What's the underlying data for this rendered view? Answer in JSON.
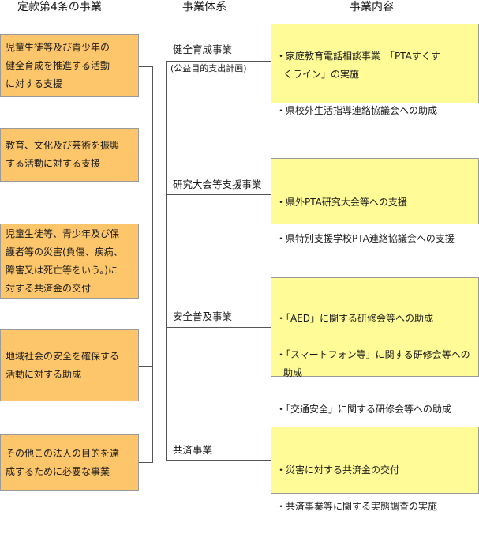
{
  "colors": {
    "article_fill": "#fdc66a",
    "detail_fill": "#fffb96",
    "line": "#555555"
  },
  "headers": {
    "articles": "定款第4条の事業",
    "system": "事業体系",
    "content": "事業内容"
  },
  "articles": [
    {
      "text": "児童生徒等及び青少年の\n健全育成を推進する活動\nに対する支援"
    },
    {
      "text": "教育、文化及び芸術を振興\nする活動に対する支援"
    },
    {
      "text": "児童生徒等、青少年及び保\n護者等の災害(負傷、疾病、\n障害又は死亡等をいう。)に\n対する共済金の交付"
    },
    {
      "text": "地域社会の安全を確保する\n活動に対する助成"
    },
    {
      "text": "その他この法人の目的を達\n成するために必要な事業"
    }
  ],
  "categories": [
    {
      "label": "健全育成事業",
      "sublabel": "(公益目的支出計画)"
    },
    {
      "label": "研究大会等支援事業"
    },
    {
      "label": "安全普及事業"
    },
    {
      "label": "共済事業"
    }
  ],
  "details": [
    {
      "items": [
        "・家庭教育電話相談事業　「PTAすくす\nくライン」の実施",
        "・県校外生活指導連絡協議会への助成"
      ]
    },
    {
      "items": [
        "・県外PTA研究大会等への支援",
        "・県特別支援学校PTA連絡協議会への支援"
      ]
    },
    {
      "items": [
        "・「AED」に関する研修会等への助成",
        "・「スマートフォン等」に関する研修会等への\n助成",
        "・「交通安全」に関する研修会等への助成"
      ]
    },
    {
      "items": [
        "・災害に対する共済金の交付",
        "・共済事業等に関する実態調査の実施"
      ]
    }
  ]
}
